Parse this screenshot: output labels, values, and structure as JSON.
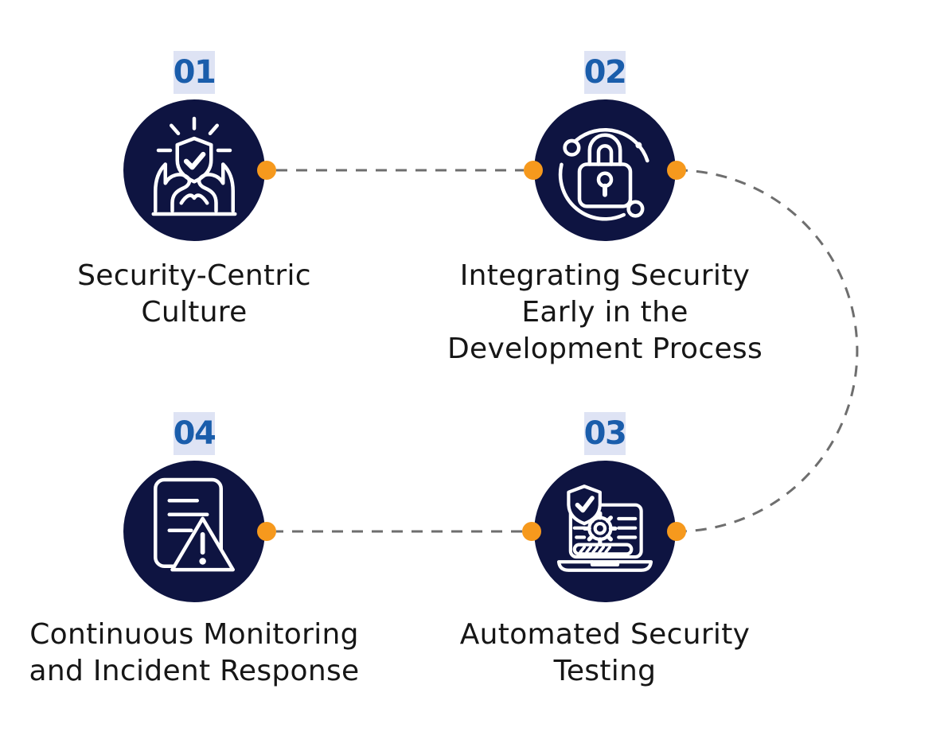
{
  "diagram": {
    "type": "process-flow",
    "background": "#FFFFFF",
    "colors": {
      "circle_fill": "#0E1441",
      "icon_stroke": "#FFFFFF",
      "number_text": "#1A5DAB",
      "number_background": "#DEE3F4",
      "connector_dot": "#F6991D",
      "connector_dash": "#6E6E6E",
      "caption_text": "#161616"
    },
    "steps": [
      {
        "number": "01",
        "icon": "hands-holding-shield-check-icon",
        "caption": "Security-Centric Culture",
        "caption_lines": [
          "Security-Centric",
          "Culture"
        ]
      },
      {
        "number": "02",
        "icon": "padlock-secure-cycle-icon",
        "caption": "Integrating Security Early in the Development Process",
        "caption_lines": [
          "Integrating Security",
          "Early in the",
          "Development Process"
        ]
      },
      {
        "number": "03",
        "icon": "laptop-security-scan-icon",
        "caption": "Automated Security Testing",
        "caption_lines": [
          "Automated Security",
          "Testing"
        ]
      },
      {
        "number": "04",
        "icon": "document-incident-alert-icon",
        "caption": "Continuous Monitoring and Incident Response",
        "caption_lines": [
          "Continuous Monitoring",
          "and Incident Response"
        ]
      }
    ],
    "connectors": [
      {
        "from": "01",
        "to": "02",
        "style": "dashed-line"
      },
      {
        "from": "02",
        "to": "03",
        "style": "dashed-arc"
      },
      {
        "from": "03",
        "to": "04",
        "style": "dashed-line"
      }
    ]
  }
}
